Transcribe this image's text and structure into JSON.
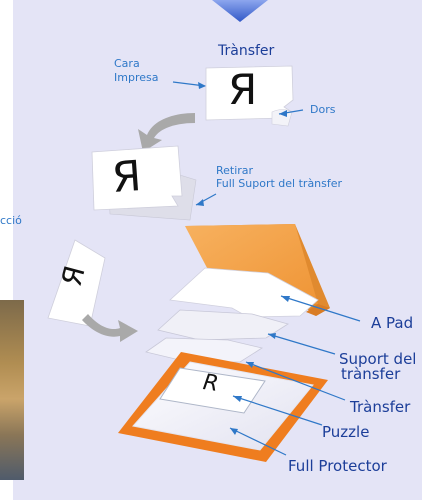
{
  "labels": {
    "transfer_top": "Trànsfer",
    "cara_line1": "Cara",
    "cara_line2": "Impresa",
    "dors": "Dors",
    "retirar_line1": "Retirar",
    "retirar_line2": "Full Suport del trànsfer",
    "left_cut": "cció",
    "a_pad": "A Pad",
    "suport_line1": "Suport del",
    "suport_line2": "trànsfer",
    "transfer_low": "Trànsfer",
    "puzzle": "Puzzle",
    "full_protector": "Full Protector"
  },
  "glyphs": {
    "card_top": "Я",
    "card_mid": "Я",
    "card_left": "Я",
    "puzzle_mark": "R"
  },
  "colors": {
    "panel": "#e4e4f6",
    "label_blue": "#2f78c8",
    "label_dark": "#1c3e99",
    "frame_orange": "#ef7d1f",
    "pad_orange": "#f5ab57",
    "arrow_grey": "#a7a7a7",
    "top_arrow": "#4b6fd6"
  }
}
